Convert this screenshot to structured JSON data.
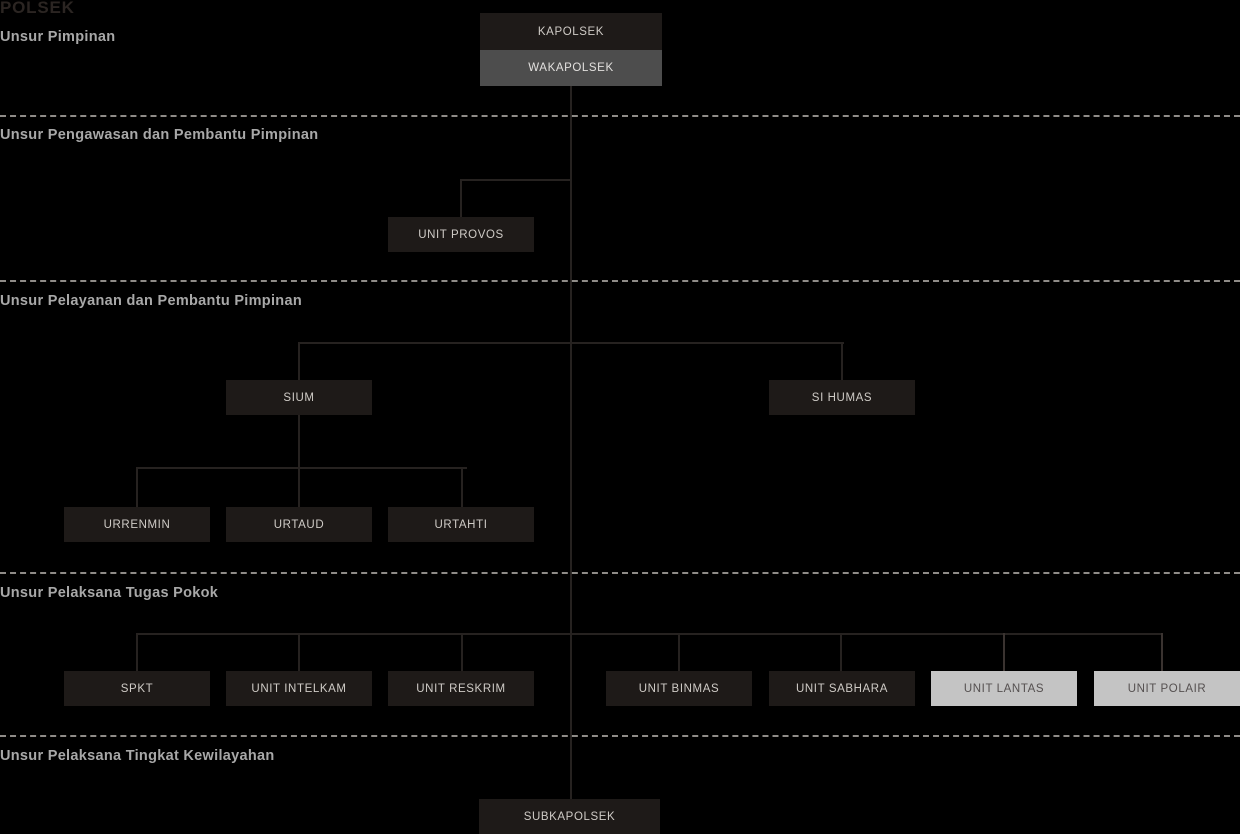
{
  "title": "POLSEK",
  "sections": [
    {
      "id": "pimpinan",
      "label": "Unsur Pimpinan"
    },
    {
      "id": "pengawasan",
      "label": "Unsur Pengawasan dan Pembantu Pimpinan"
    },
    {
      "id": "pelayanan",
      "label": "Unsur Pelayanan dan Pembantu Pimpinan"
    },
    {
      "id": "pelaksana",
      "label": "Unsur Pelaksana Tugas Pokok"
    },
    {
      "id": "kewilayahan",
      "label": "Unsur Pelaksana Tingkat Kewilayahan"
    }
  ],
  "nodes": {
    "kapolsek": "KAPOLSEK",
    "wakapolsek": "WAKAPOLSEK",
    "unit_provos": "UNIT PROVOS",
    "sium": "SIUM",
    "si_humas": "SI HUMAS",
    "urrenmin": "URRENMIN",
    "urtaud": "URTAUD",
    "urtahti": "URTAHTI",
    "spkt": "SPKT",
    "unit_intelkam": "UNIT INTELKAM",
    "unit_reskrim": "UNIT RESKRIM",
    "unit_binmas": "UNIT BINMAS",
    "unit_sabhara": "UNIT SABHARA",
    "unit_lantas": "UNIT LANTAS",
    "unit_polair": "UNIT POLAIR",
    "subkapolsek": "SUBKAPOLSEK"
  },
  "colors": {
    "background": "#000000",
    "node_dark": "#1e1a18",
    "node_mid": "#4d4d4d",
    "node_highlight": "#c4c4c4",
    "text_light": "#cfcbc6",
    "text_dark": "#555050",
    "section_label": "#a8a8a8",
    "title": "#2b2522",
    "divider": "#8f8c88",
    "connector": "#262220"
  }
}
